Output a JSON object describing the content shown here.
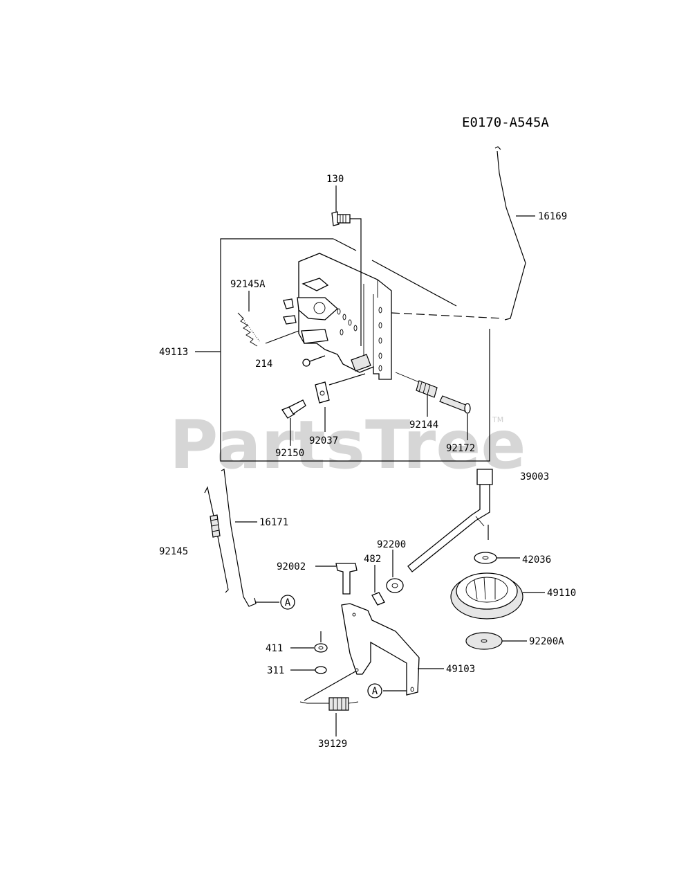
{
  "diagram": {
    "code": "E0170-A545A",
    "watermark": "PartsTree",
    "watermark_mark": "TM",
    "callout_letter": "A",
    "parts": {
      "p130": "130",
      "p16169": "16169",
      "p92145A": "92145A",
      "p49113": "49113",
      "p214": "214",
      "p92144": "92144",
      "p92037": "92037",
      "p92150": "92150",
      "p92172": "92172",
      "p39003": "39003",
      "p16171": "16171",
      "p92145": "92145",
      "p92200": "92200",
      "p42036": "42036",
      "p482": "482",
      "p92002": "92002",
      "p49110": "49110",
      "p411": "411",
      "p92200A": "92200A",
      "p311": "311",
      "p49103": "49103",
      "p39129": "39129"
    }
  }
}
